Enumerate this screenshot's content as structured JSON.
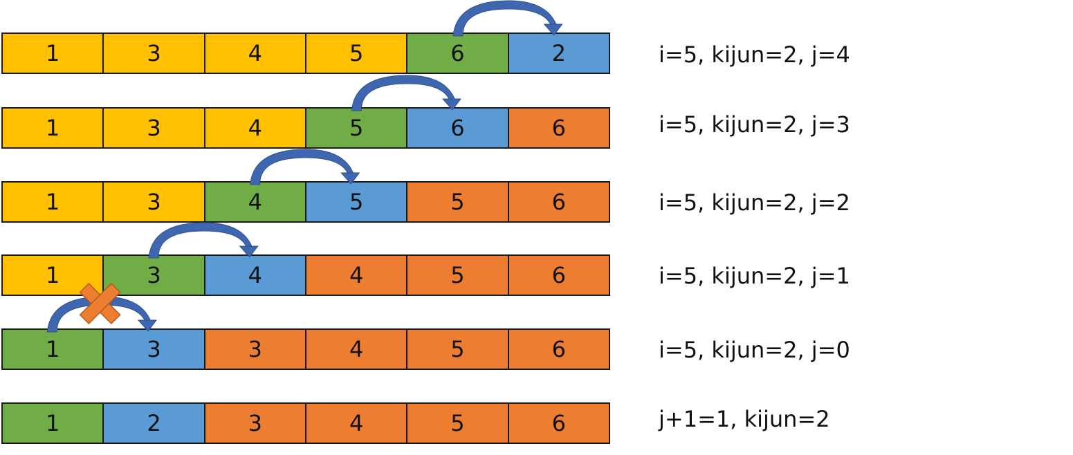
{
  "colors": {
    "sorted": "#FFC000",
    "compare": "#70AD47",
    "key": "#5B9BD5",
    "shifted": "#ED7D31",
    "arrow": "#3F67B0",
    "cross": "#ED7D31"
  },
  "rows": [
    {
      "cells": [
        {
          "value": "1",
          "state": "sorted"
        },
        {
          "value": "3",
          "state": "sorted"
        },
        {
          "value": "4",
          "state": "sorted"
        },
        {
          "value": "5",
          "state": "sorted"
        },
        {
          "value": "6",
          "state": "compare"
        },
        {
          "value": "2",
          "state": "key"
        }
      ],
      "label": "i=5, kijun=2, j=4",
      "arrow": {
        "from": 4,
        "to": 5
      },
      "blocked": false
    },
    {
      "cells": [
        {
          "value": "1",
          "state": "sorted"
        },
        {
          "value": "3",
          "state": "sorted"
        },
        {
          "value": "4",
          "state": "sorted"
        },
        {
          "value": "5",
          "state": "compare"
        },
        {
          "value": "6",
          "state": "key"
        },
        {
          "value": "6",
          "state": "shifted"
        }
      ],
      "label": "i=5, kijun=2, j=3",
      "arrow": {
        "from": 3,
        "to": 4
      },
      "blocked": false
    },
    {
      "cells": [
        {
          "value": "1",
          "state": "sorted"
        },
        {
          "value": "3",
          "state": "sorted"
        },
        {
          "value": "4",
          "state": "compare"
        },
        {
          "value": "5",
          "state": "key"
        },
        {
          "value": "5",
          "state": "shifted"
        },
        {
          "value": "6",
          "state": "shifted"
        }
      ],
      "label": "i=5, kijun=2, j=2",
      "arrow": {
        "from": 2,
        "to": 3
      },
      "blocked": false
    },
    {
      "cells": [
        {
          "value": "1",
          "state": "sorted"
        },
        {
          "value": "3",
          "state": "compare"
        },
        {
          "value": "4",
          "state": "key"
        },
        {
          "value": "4",
          "state": "shifted"
        },
        {
          "value": "5",
          "state": "shifted"
        },
        {
          "value": "6",
          "state": "shifted"
        }
      ],
      "label": "i=5, kijun=2, j=1",
      "arrow": {
        "from": 1,
        "to": 2
      },
      "blocked": false
    },
    {
      "cells": [
        {
          "value": "1",
          "state": "compare"
        },
        {
          "value": "3",
          "state": "key"
        },
        {
          "value": "3",
          "state": "shifted"
        },
        {
          "value": "4",
          "state": "shifted"
        },
        {
          "value": "5",
          "state": "shifted"
        },
        {
          "value": "6",
          "state": "shifted"
        }
      ],
      "label": "i=5, kijun=2, j=0",
      "arrow": {
        "from": 0,
        "to": 1
      },
      "blocked": true
    },
    {
      "cells": [
        {
          "value": "1",
          "state": "compare"
        },
        {
          "value": "2",
          "state": "key"
        },
        {
          "value": "3",
          "state": "shifted"
        },
        {
          "value": "4",
          "state": "shifted"
        },
        {
          "value": "5",
          "state": "shifted"
        },
        {
          "value": "6",
          "state": "shifted"
        }
      ],
      "label": "j+1=1, kijun=2",
      "arrow": null,
      "blocked": false
    }
  ]
}
